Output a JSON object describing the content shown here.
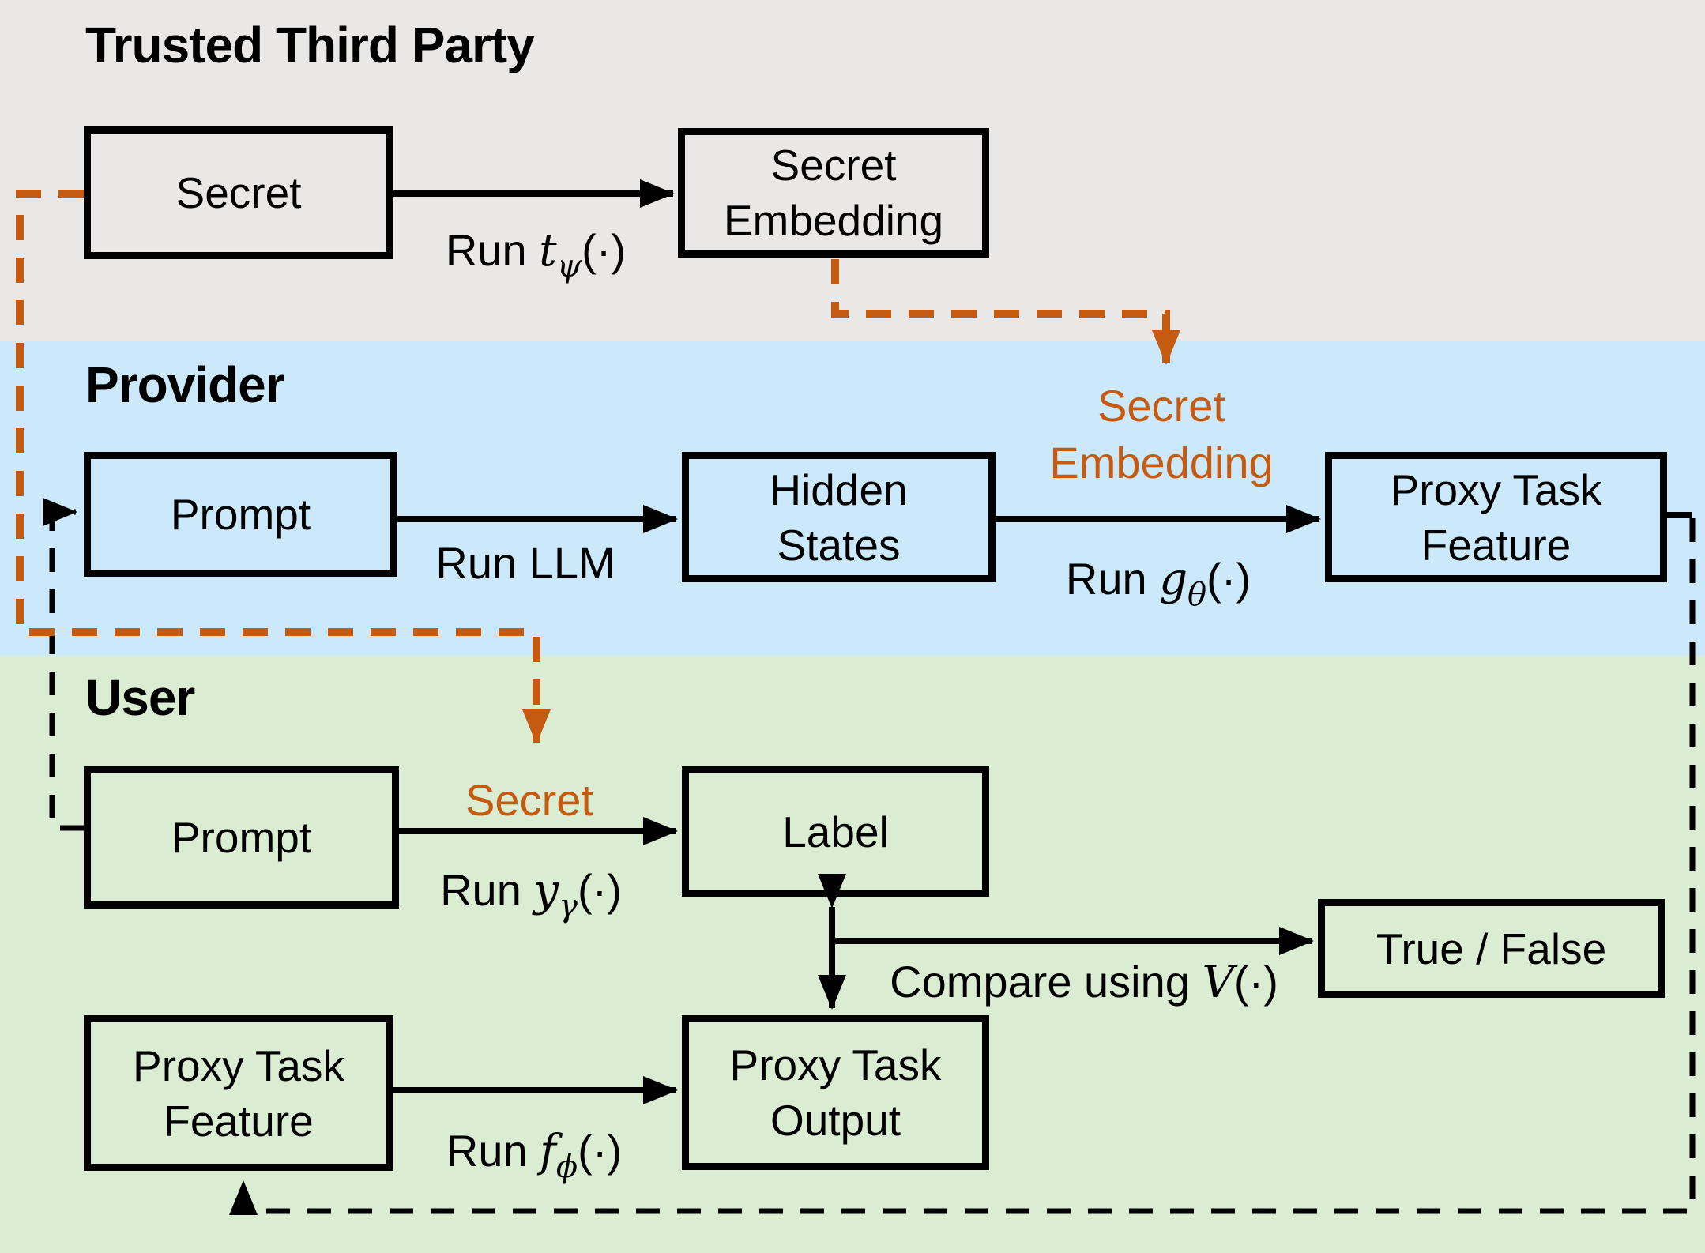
{
  "colors": {
    "ttp_bg": "#E9E8E6",
    "provider_bg": "#CBE9FA",
    "user_bg": "#DAEDD2",
    "accent_orange": "#C55A11",
    "line": "#000000"
  },
  "bands": {
    "ttp": {
      "title": "Trusted Third Party"
    },
    "provider": {
      "title": "Provider"
    },
    "user": {
      "title": "User"
    }
  },
  "boxes": {
    "ttp_secret": {
      "lines": [
        "Secret"
      ]
    },
    "ttp_secret_embedding": {
      "lines": [
        "Secret",
        "Embedding"
      ]
    },
    "provider_prompt": {
      "lines": [
        "Prompt"
      ]
    },
    "hidden_states": {
      "lines": [
        "Hidden",
        "States"
      ]
    },
    "provider_proxy_feature": {
      "lines": [
        "Proxy Task",
        "Feature"
      ]
    },
    "user_prompt": {
      "lines": [
        "Prompt"
      ]
    },
    "label": {
      "lines": [
        "Label"
      ]
    },
    "true_false": {
      "lines": [
        "True / False"
      ]
    },
    "user_proxy_feature": {
      "lines": [
        "Proxy Task",
        "Feature"
      ]
    },
    "proxy_output": {
      "lines": [
        "Proxy Task",
        "Output"
      ]
    }
  },
  "edge_labels": {
    "run_t": {
      "pre": "Run ",
      "fn": "t",
      "sub": "ψ",
      "post": "(·)"
    },
    "run_llm": {
      "text": "Run LLM"
    },
    "run_g": {
      "pre": "Run ",
      "fn": "g",
      "sub": "θ",
      "post": "(·)"
    },
    "run_y": {
      "pre": "Run ",
      "fn": "y",
      "sub": "γ",
      "post": "(·)"
    },
    "run_f": {
      "pre": "Run ",
      "fn": "f",
      "sub": "ϕ",
      "post": "(·)"
    },
    "compare": {
      "pre": "Compare using ",
      "fn": "V",
      "sub": "",
      "post": "(·)"
    },
    "secret_embedding_to_provider": {
      "lines": [
        "Secret",
        "Embedding"
      ]
    },
    "secret_to_user": {
      "text": "Secret"
    }
  }
}
